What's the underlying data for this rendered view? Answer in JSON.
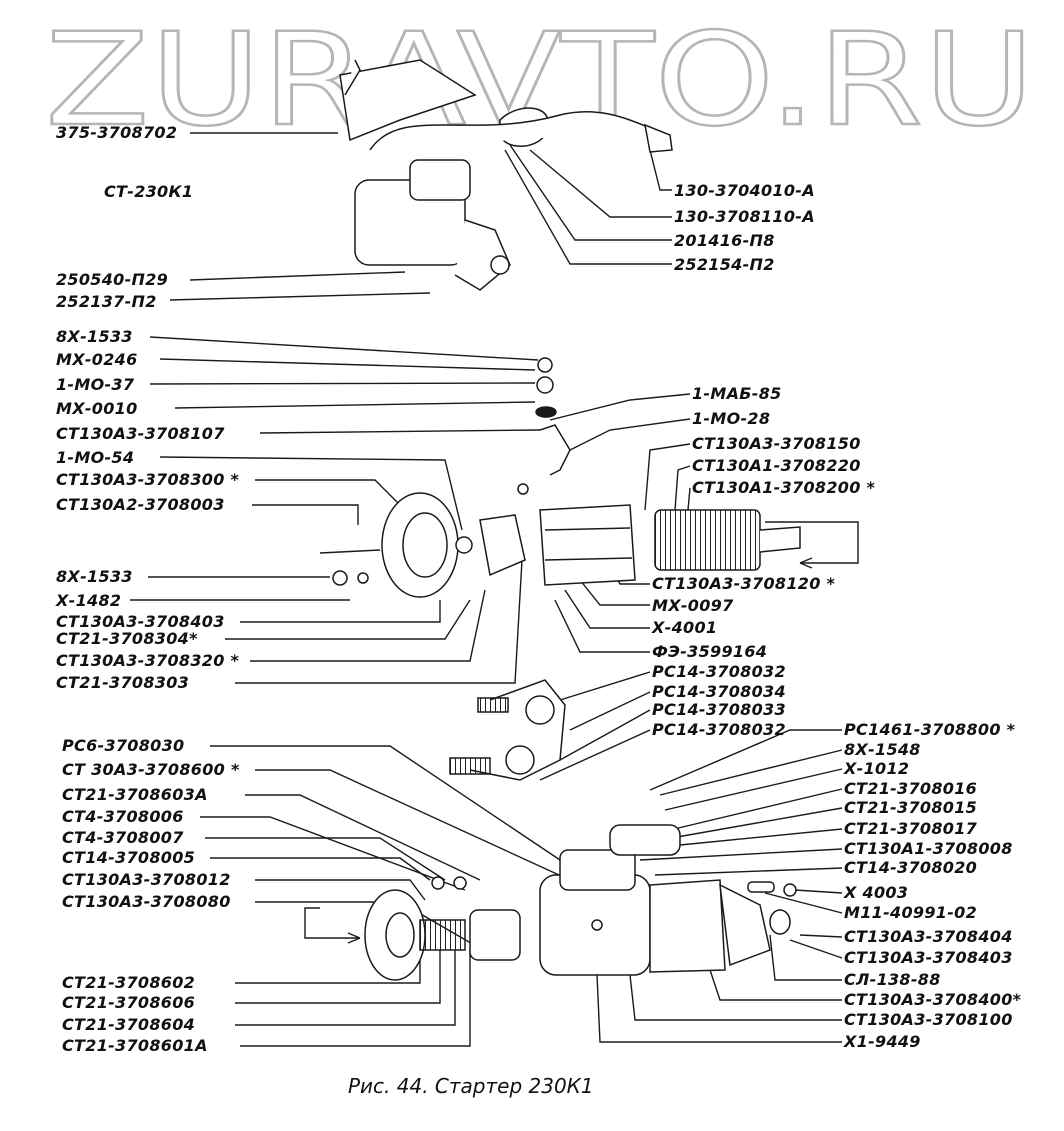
{
  "watermark": "ZURAVTO.RU",
  "caption": "Рис. 44. Стартер 230К1",
  "labels": {
    "l01": "375-3708702",
    "l02": "СТ-230К1",
    "l03": "250540-П29",
    "l04": "252137-П2",
    "l05": "130-3704010-А",
    "l06": "130-3708110-А",
    "l07": "201416-П8",
    "l08": "252154-П2",
    "l09": "8Х-1533",
    "l10": "МХ-0246",
    "l11": "1-МО-37",
    "l12": "МХ-0010",
    "l13": "СТ130А3-3708107",
    "l14": "1-МО-54",
    "l15": "СТ130А3-3708300 *",
    "l16": "СТ130А2-3708003",
    "l17": "8Х-1533",
    "l18": "Х-1482",
    "l19": "СТ130А3-3708403",
    "l20": "СТ21-3708304*",
    "l21": "СТ130А3-3708320 *",
    "l22": "СТ21-3708303",
    "l23": "1-МАБ-85",
    "l24": "1-МО-28",
    "l25": "СТ130А3-3708150",
    "l26": "СТ130А1-3708220",
    "l27": "СТ130А1-3708200 *",
    "l28": "СТ130А3-3708120 *",
    "l29": "МХ-0097",
    "l30": "Х-4001",
    "l31": "ФЭ-3599164",
    "l32": "РС14-3708032",
    "l33": "РС14-3708034",
    "l34": "РС14-3708033",
    "l35": "РС14-3708032",
    "l36": "РС6-3708030",
    "l37": "СТ 30А3-3708600 *",
    "l38": "СТ21-3708603А",
    "l39": "СТ4-3708006",
    "l40": "СТ4-3708007",
    "l41": "СТ14-3708005",
    "l42": "СТ130А3-3708012",
    "l43": "СТ130А3-3708080",
    "l44": "СТ21-3708602",
    "l45": "СТ21-3708606",
    "l46": "СТ21-3708604",
    "l47": "СТ21-3708601А",
    "l48": "РС1461-3708800 *",
    "l49": "8Х-1548",
    "l50": "Х-1012",
    "l51": "СТ21-3708016",
    "l52": "СТ21-3708015",
    "l53": "СТ21-3708017",
    "l54": "СТ130А1-3708008",
    "l55": "СТ14-3708020",
    "l56": "Х 4003",
    "l57": "М11-40991-02",
    "l58": "СТ130А3-3708404",
    "l59": "СТ130А3-3708403",
    "l60": "СЛ-138-88",
    "l61": "СТ130А3-3708400*",
    "l62": "СТ130А3-3708100",
    "l63": "Х1-9449"
  }
}
